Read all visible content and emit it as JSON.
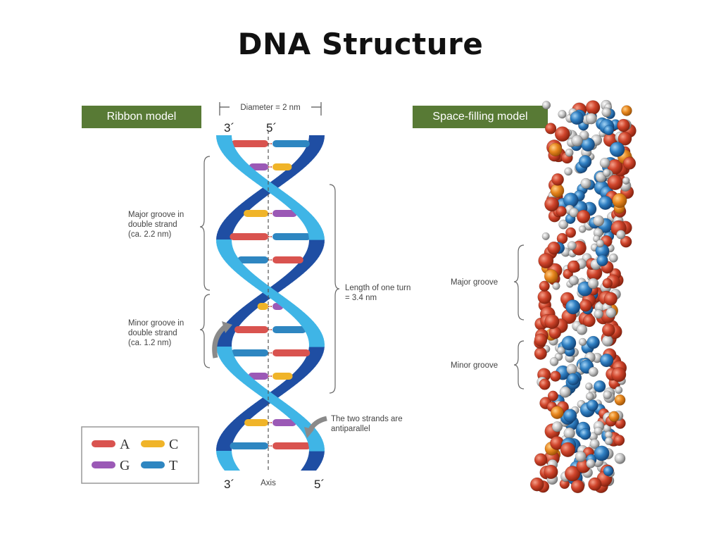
{
  "title": "DNA Structure",
  "ribbon_label": "Ribbon model",
  "space_label": "Space-filling model",
  "diameter": "Diameter = 2 nm",
  "strand_ends": {
    "top_left": "3´",
    "top_right": "5´",
    "bottom_left": "3´",
    "bottom_right": "5´"
  },
  "axis": "Axis",
  "major_groove_ribbon": [
    "Major groove in",
    "double strand",
    "(ca. 2.2 nm)"
  ],
  "minor_groove_ribbon": [
    "Minor groove in",
    "double strand",
    "(ca. 1.2 nm)"
  ],
  "turn_length": [
    "Length of one turn",
    "= 3.4 nm"
  ],
  "antiparallel": [
    "The two strands are",
    "antiparallel"
  ],
  "major_groove_space": "Major groove",
  "minor_groove_space": "Minor groove",
  "legend": [
    {
      "letter": "A",
      "color": "#d9534f"
    },
    {
      "letter": "C",
      "color": "#f0b429"
    },
    {
      "letter": "G",
      "color": "#9b59b6"
    },
    {
      "letter": "T",
      "color": "#2e86c1"
    }
  ],
  "colors": {
    "label_bg": "#587a35",
    "strand_light": "#3fb5e6",
    "strand_dark": "#1f4ea3",
    "atom_red": "#d0452c",
    "atom_blue": "#2f7fc2",
    "atom_gray": "#b9b9b9"
  }
}
